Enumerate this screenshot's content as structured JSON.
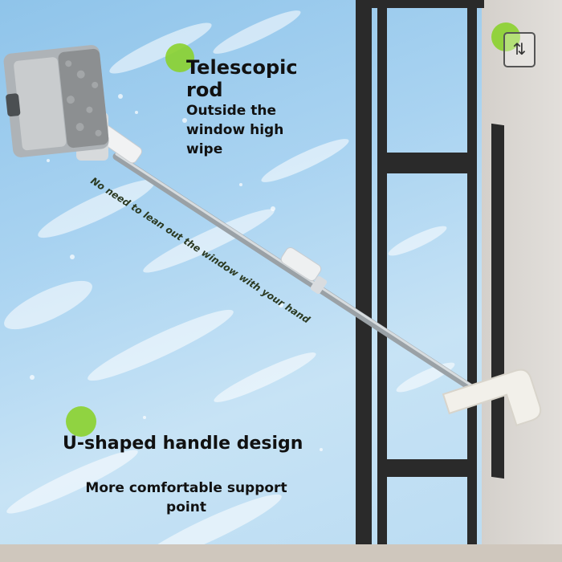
{
  "headline_1": "Telescopic rod",
  "subtext_1": "Outside the window high wipe",
  "diagonal_note": "No need to lean out the window with your hand",
  "headline_2": "U-shaped handle design",
  "subtext_2": "More comfortable support point",
  "icon": "swap-vertical-icon",
  "colors": {
    "accent_dot": "#8bd12d",
    "sky": "#a9d3f1",
    "frame": "#2a2a2a"
  }
}
